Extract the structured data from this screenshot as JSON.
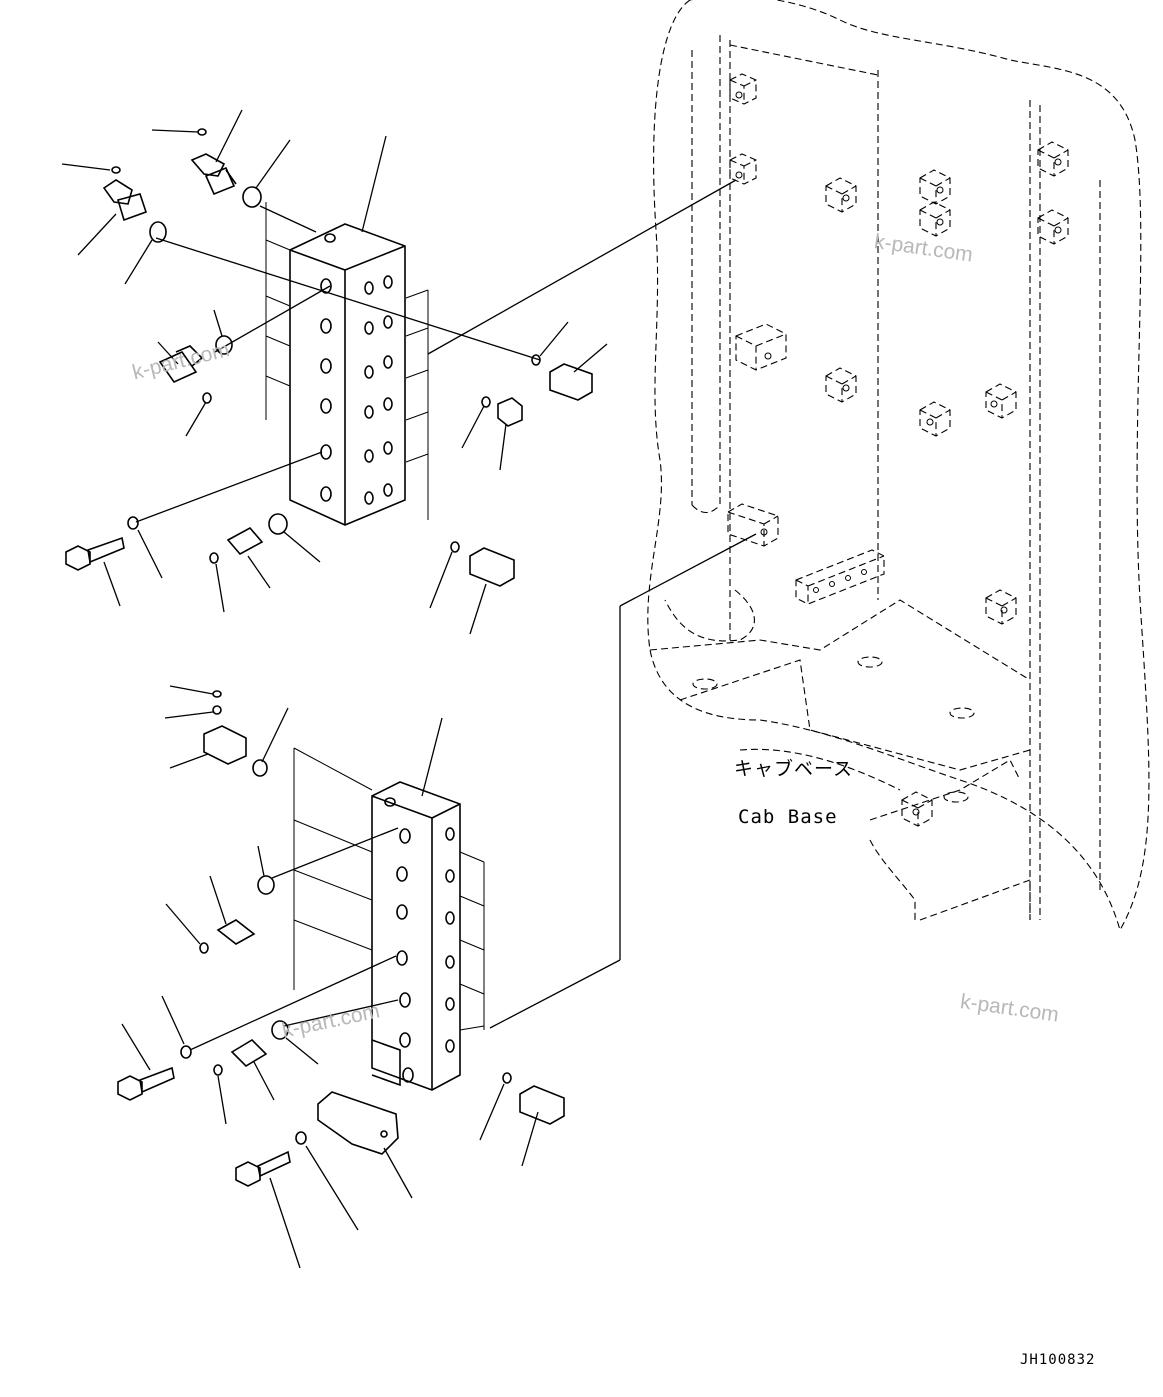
{
  "labels": {
    "cab_base_jp": "キャブベース",
    "cab_base_en": "Cab Base",
    "drawing_code": "JH100832"
  },
  "watermarks": [
    "k-part.com",
    "k-part.com",
    "k-part.com",
    "k-part.com"
  ]
}
